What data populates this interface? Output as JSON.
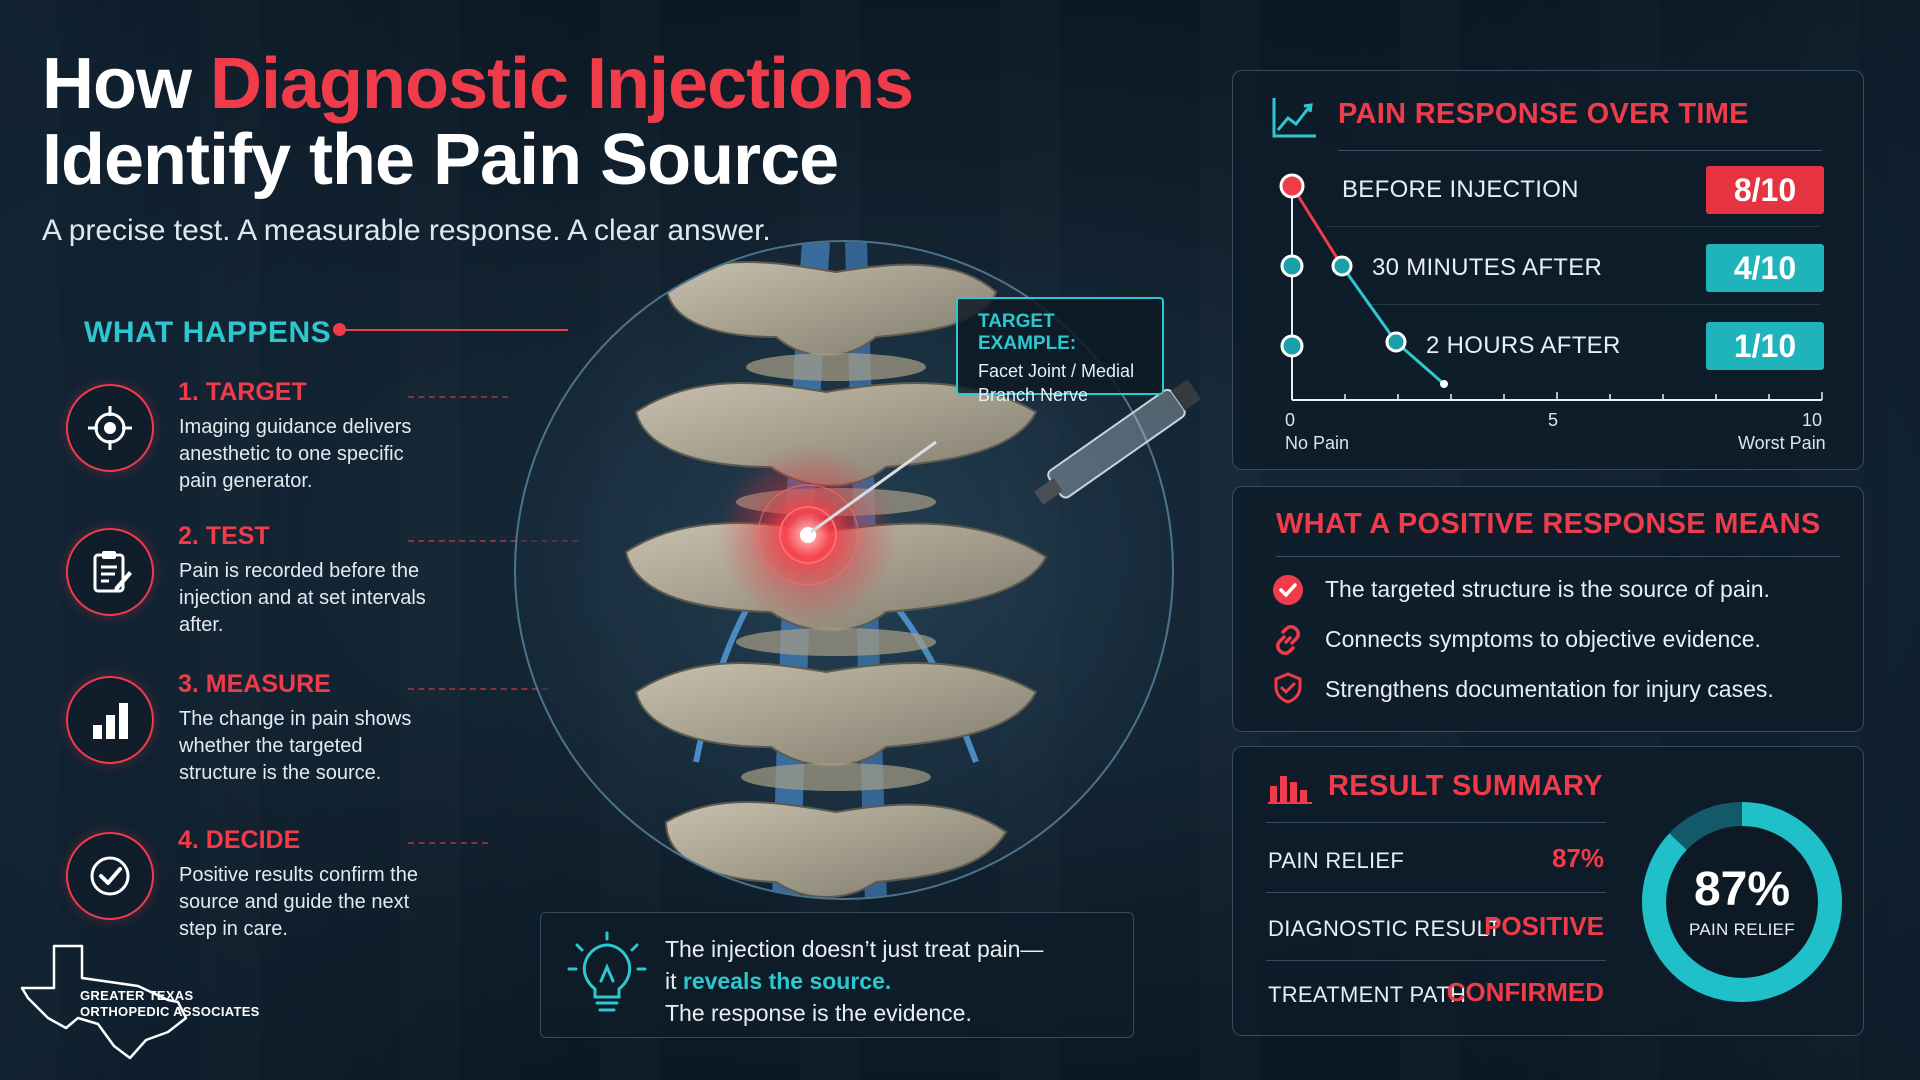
{
  "title": {
    "word1": "How ",
    "highlight": "Diagnostic Injections",
    "line2": "Identify the Pain Source"
  },
  "subtitle": "A precise test. A measurable response. A clear answer.",
  "what_happens": "WHAT HAPPENS",
  "steps": [
    {
      "title": "1. TARGET",
      "desc": "Imaging guidance delivers anesthetic to one specific pain generator.",
      "icon": "crosshair-icon"
    },
    {
      "title": "2. TEST",
      "desc": "Pain is recorded before the injection and at set intervals after.",
      "icon": "clipboard-icon"
    },
    {
      "title": "3. MEASURE",
      "desc": "The change in pain shows whether the targeted structure is the source.",
      "icon": "bar-chart-icon"
    },
    {
      "title": "4. DECIDE",
      "desc": "Positive results confirm the source and guide the next step in care.",
      "icon": "check-circle-icon"
    }
  ],
  "target_example": {
    "heading": "TARGET EXAMPLE:",
    "line1": "Facet Joint / Medial",
    "line2": "Branch Nerve"
  },
  "callout": {
    "line1": "The injection doesn’t just treat pain—",
    "line2_prefix": "it ",
    "line2_highlight": "reveals the source.",
    "line3": "The response is the evidence."
  },
  "logo": {
    "line1": "GREATER TEXAS",
    "line2": "ORTHOPEDIC ASSOCIATES"
  },
  "pain_panel": {
    "heading": "PAIN RESPONSE OVER TIME",
    "rows": [
      {
        "label": "BEFORE INJECTION",
        "score": "8/10",
        "color": "#e53340"
      },
      {
        "label": "30 MINUTES AFTER",
        "score": "4/10",
        "color": "#1fb3bb"
      },
      {
        "label": "2 HOURS AFTER",
        "score": "1/10",
        "color": "#1fb3bb"
      }
    ],
    "axis": {
      "tick0": "0",
      "tick5": "5",
      "tick10": "10",
      "left_label": "No Pain",
      "right_label": "Worst Pain"
    }
  },
  "positive_panel": {
    "heading": "WHAT A POSITIVE RESPONSE MEANS",
    "items": [
      {
        "text": "The targeted structure is the source of pain.",
        "icon": "check-badge-icon"
      },
      {
        "text": "Connects symptoms to objective evidence.",
        "icon": "link-icon"
      },
      {
        "text": "Strengthens documentation for injury cases.",
        "icon": "shield-check-icon"
      }
    ]
  },
  "summary_panel": {
    "heading": "RESULT SUMMARY",
    "rows": [
      {
        "label": "PAIN RELIEF",
        "value": "87%"
      },
      {
        "label": "DIAGNOSTIC RESULT",
        "value": "POSITIVE"
      },
      {
        "label": "TREATMENT PATH",
        "value": "CONFIRMED"
      }
    ],
    "donut": {
      "value": "87%",
      "label": "PAIN RELIEF",
      "fraction": 0.87
    }
  },
  "colors": {
    "accent_red": "#ef3b4a",
    "accent_teal": "#2fc7cf"
  }
}
